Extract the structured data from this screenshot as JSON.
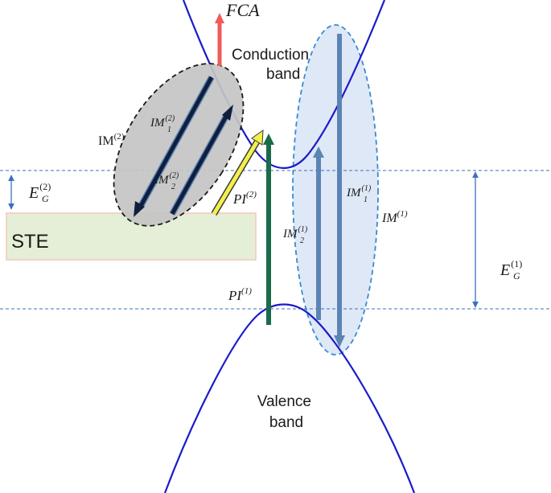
{
  "labels": {
    "fca": "FCA",
    "conduction": [
      "Conduction",
      "band"
    ],
    "valence": [
      "Valence",
      "band"
    ],
    "ste": "STE",
    "im2_group": {
      "base": "IM",
      "sup": "(2)"
    },
    "im1_group": {
      "base": "IM",
      "sup": "(1)"
    },
    "im1_2": {
      "base": "IM",
      "sub": "1",
      "sup": "(2)"
    },
    "im2_2": {
      "base": "IM",
      "sub": "2",
      "sup": "(2)"
    },
    "im1_1": {
      "base": "IM",
      "sub": "1",
      "sup": "(1)"
    },
    "im2_1": {
      "base": "IM",
      "sub": "2",
      "sup": "(1)"
    },
    "pi2": {
      "base": "PI",
      "sup": "(2)"
    },
    "pi1": {
      "base": "PI",
      "sup": "(1)"
    },
    "eg2": {
      "base": "E",
      "sub": "G",
      "sup": "(2)"
    },
    "eg1": {
      "base": "E",
      "sub": "G",
      "sup": "(1)"
    }
  },
  "colors": {
    "band": "#1a1acc",
    "fca_arrow": "#f05a5a",
    "im2_ellipse_fill": "#c4c4c4",
    "im1_ellipse_fill": "#dbe6f5",
    "im1_ellipse_stroke": "#3a8ad0",
    "dark_arrow": "#0f1f3d",
    "blue_arrow": "#5b84b5",
    "pi1_arrow": "#1a6b4a",
    "pi2_arrow": "#f2f04a",
    "ste_fill": "#e5efd7",
    "ste_stroke": "#f0c8b8",
    "gap_line": "#3a6fbf"
  }
}
